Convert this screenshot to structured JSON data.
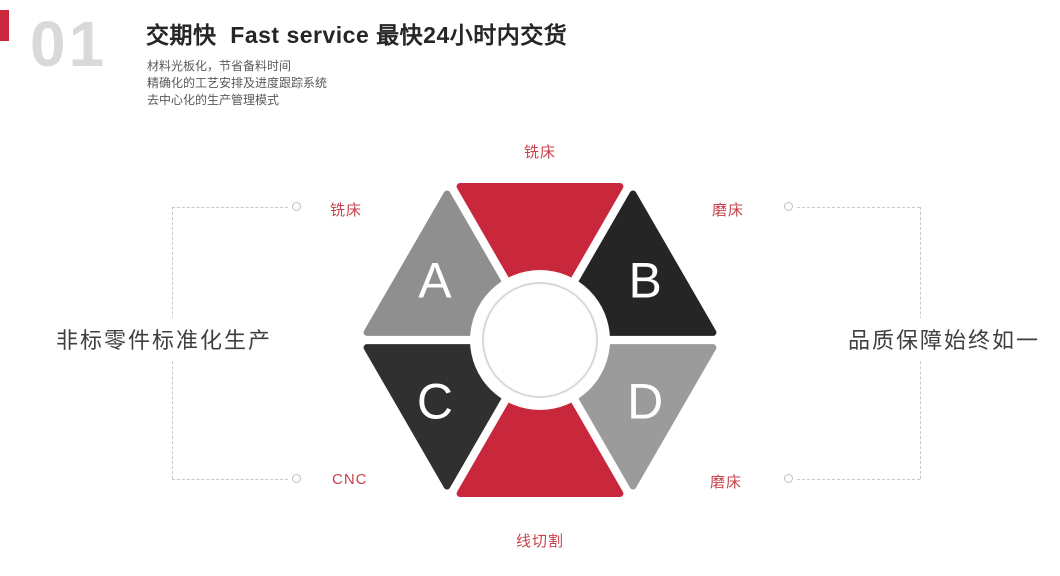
{
  "colors": {
    "accent_red": "#c9283c",
    "label_red": "#c8414a",
    "dark": "#252525",
    "gray": "#8f8f8f",
    "line_gray": "#c9c9c9",
    "number_gray": "#d9d9d9"
  },
  "header": {
    "number": "01",
    "title": "交期快  Fast service 最快24小时内交货",
    "lines": [
      "材料光板化，节省备料时间",
      "精确化的工艺安排及进度跟踪系统",
      "去中心化的生产管理模式"
    ]
  },
  "left_caption": "非标零件标准化生产",
  "right_caption": "品质保障始终如一",
  "diagram": {
    "labels": {
      "top": "铣床",
      "upper_left": "铣床",
      "upper_right": "磨床",
      "lower_left": "CNC",
      "lower_right": "磨床",
      "bottom": "线切割"
    },
    "segments": [
      {
        "pos": "top",
        "color": "#c9283c",
        "letter": ""
      },
      {
        "pos": "upper-right",
        "color": "#252525",
        "letter": "B"
      },
      {
        "pos": "lower-right",
        "color": "#9b9b9b",
        "letter": "D"
      },
      {
        "pos": "bottom",
        "color": "#c9283c",
        "letter": ""
      },
      {
        "pos": "lower-left",
        "color": "#303030",
        "letter": "C"
      },
      {
        "pos": "upper-left",
        "color": "#8f8f8f",
        "letter": "A"
      }
    ]
  }
}
